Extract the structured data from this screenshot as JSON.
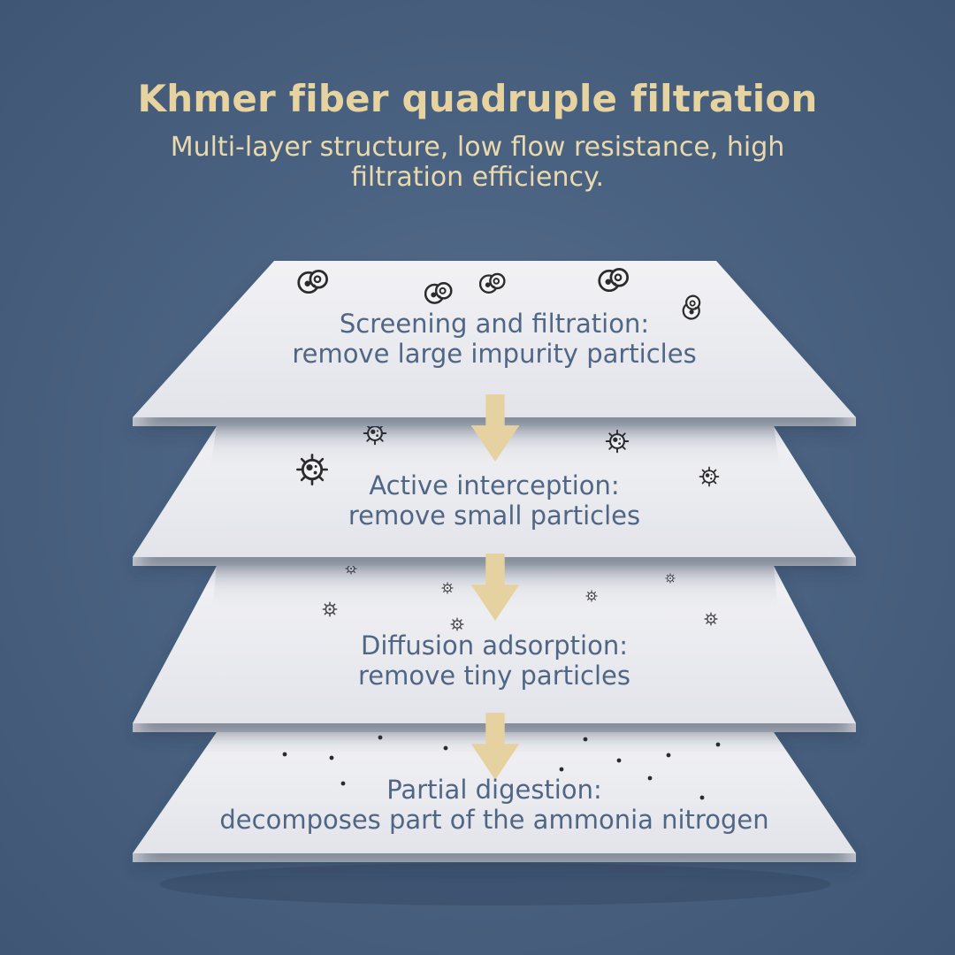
{
  "header": {
    "title": "Khmer fiber quadruple filtration",
    "subtitle": "Multi-layer structure, low flow resistance, high filtration efficiency."
  },
  "colors": {
    "background": "#4b6382",
    "title": "#e6d3a0",
    "layer_top": "#e9e9ee",
    "layer_edge": "#c9cbd3",
    "layer_text": "#4f6684",
    "arrow": "#e6d2a0",
    "particle": "#2b2b2e"
  },
  "layers": [
    {
      "name": "screening",
      "line1": "Screening and filtration:",
      "line2": "remove large impurity particles",
      "particle_icon": "large-particle-icon"
    },
    {
      "name": "interception",
      "line1": "Active interception:",
      "line2": "remove small particles",
      "particle_icon": "virus-icon"
    },
    {
      "name": "diffusion",
      "line1": "Diffusion adsorption:",
      "line2": "remove tiny particles",
      "particle_icon": "tiny-particle-icon"
    },
    {
      "name": "digestion",
      "line1": "Partial digestion:",
      "line2": "decomposes part of the ammonia nitrogen",
      "particle_icon": "dot-particle-icon"
    }
  ],
  "arrows": [
    {
      "icon": "arrow-down-icon"
    },
    {
      "icon": "arrow-down-icon"
    },
    {
      "icon": "arrow-down-icon"
    }
  ]
}
